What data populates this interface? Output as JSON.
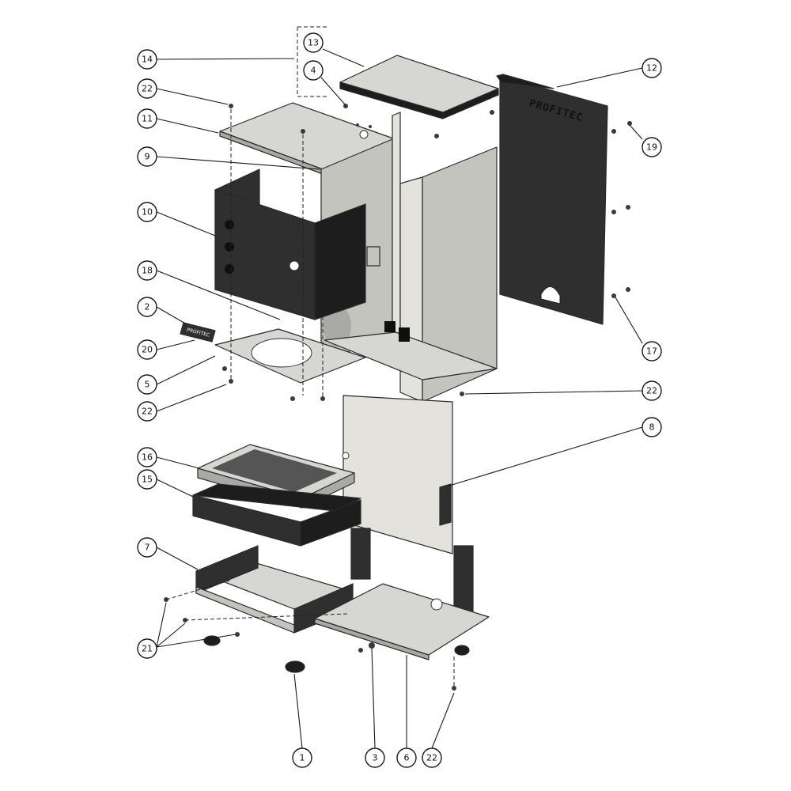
{
  "diagram": {
    "brand_text_rotated": "PROFITEC",
    "badge_text": "PROFITEC",
    "callouts": [
      {
        "id": "c1",
        "label": "1"
      },
      {
        "id": "c2",
        "label": "2"
      },
      {
        "id": "c3",
        "label": "3"
      },
      {
        "id": "c4",
        "label": "4"
      },
      {
        "id": "c5",
        "label": "5"
      },
      {
        "id": "c6",
        "label": "6"
      },
      {
        "id": "c7",
        "label": "7"
      },
      {
        "id": "c8",
        "label": "8"
      },
      {
        "id": "c9",
        "label": "9"
      },
      {
        "id": "c10",
        "label": "10"
      },
      {
        "id": "c11",
        "label": "11"
      },
      {
        "id": "c12",
        "label": "12"
      },
      {
        "id": "c13",
        "label": "13"
      },
      {
        "id": "c14",
        "label": "14"
      },
      {
        "id": "c15",
        "label": "15"
      },
      {
        "id": "c16",
        "label": "16"
      },
      {
        "id": "c17",
        "label": "17"
      },
      {
        "id": "c18",
        "label": "18"
      },
      {
        "id": "c19",
        "label": "19"
      },
      {
        "id": "c20",
        "label": "20"
      },
      {
        "id": "c21",
        "label": "21"
      },
      {
        "id": "c22a",
        "label": "22"
      },
      {
        "id": "c22b",
        "label": "22"
      },
      {
        "id": "c22c",
        "label": "22"
      },
      {
        "id": "c22d",
        "label": "22"
      }
    ]
  }
}
